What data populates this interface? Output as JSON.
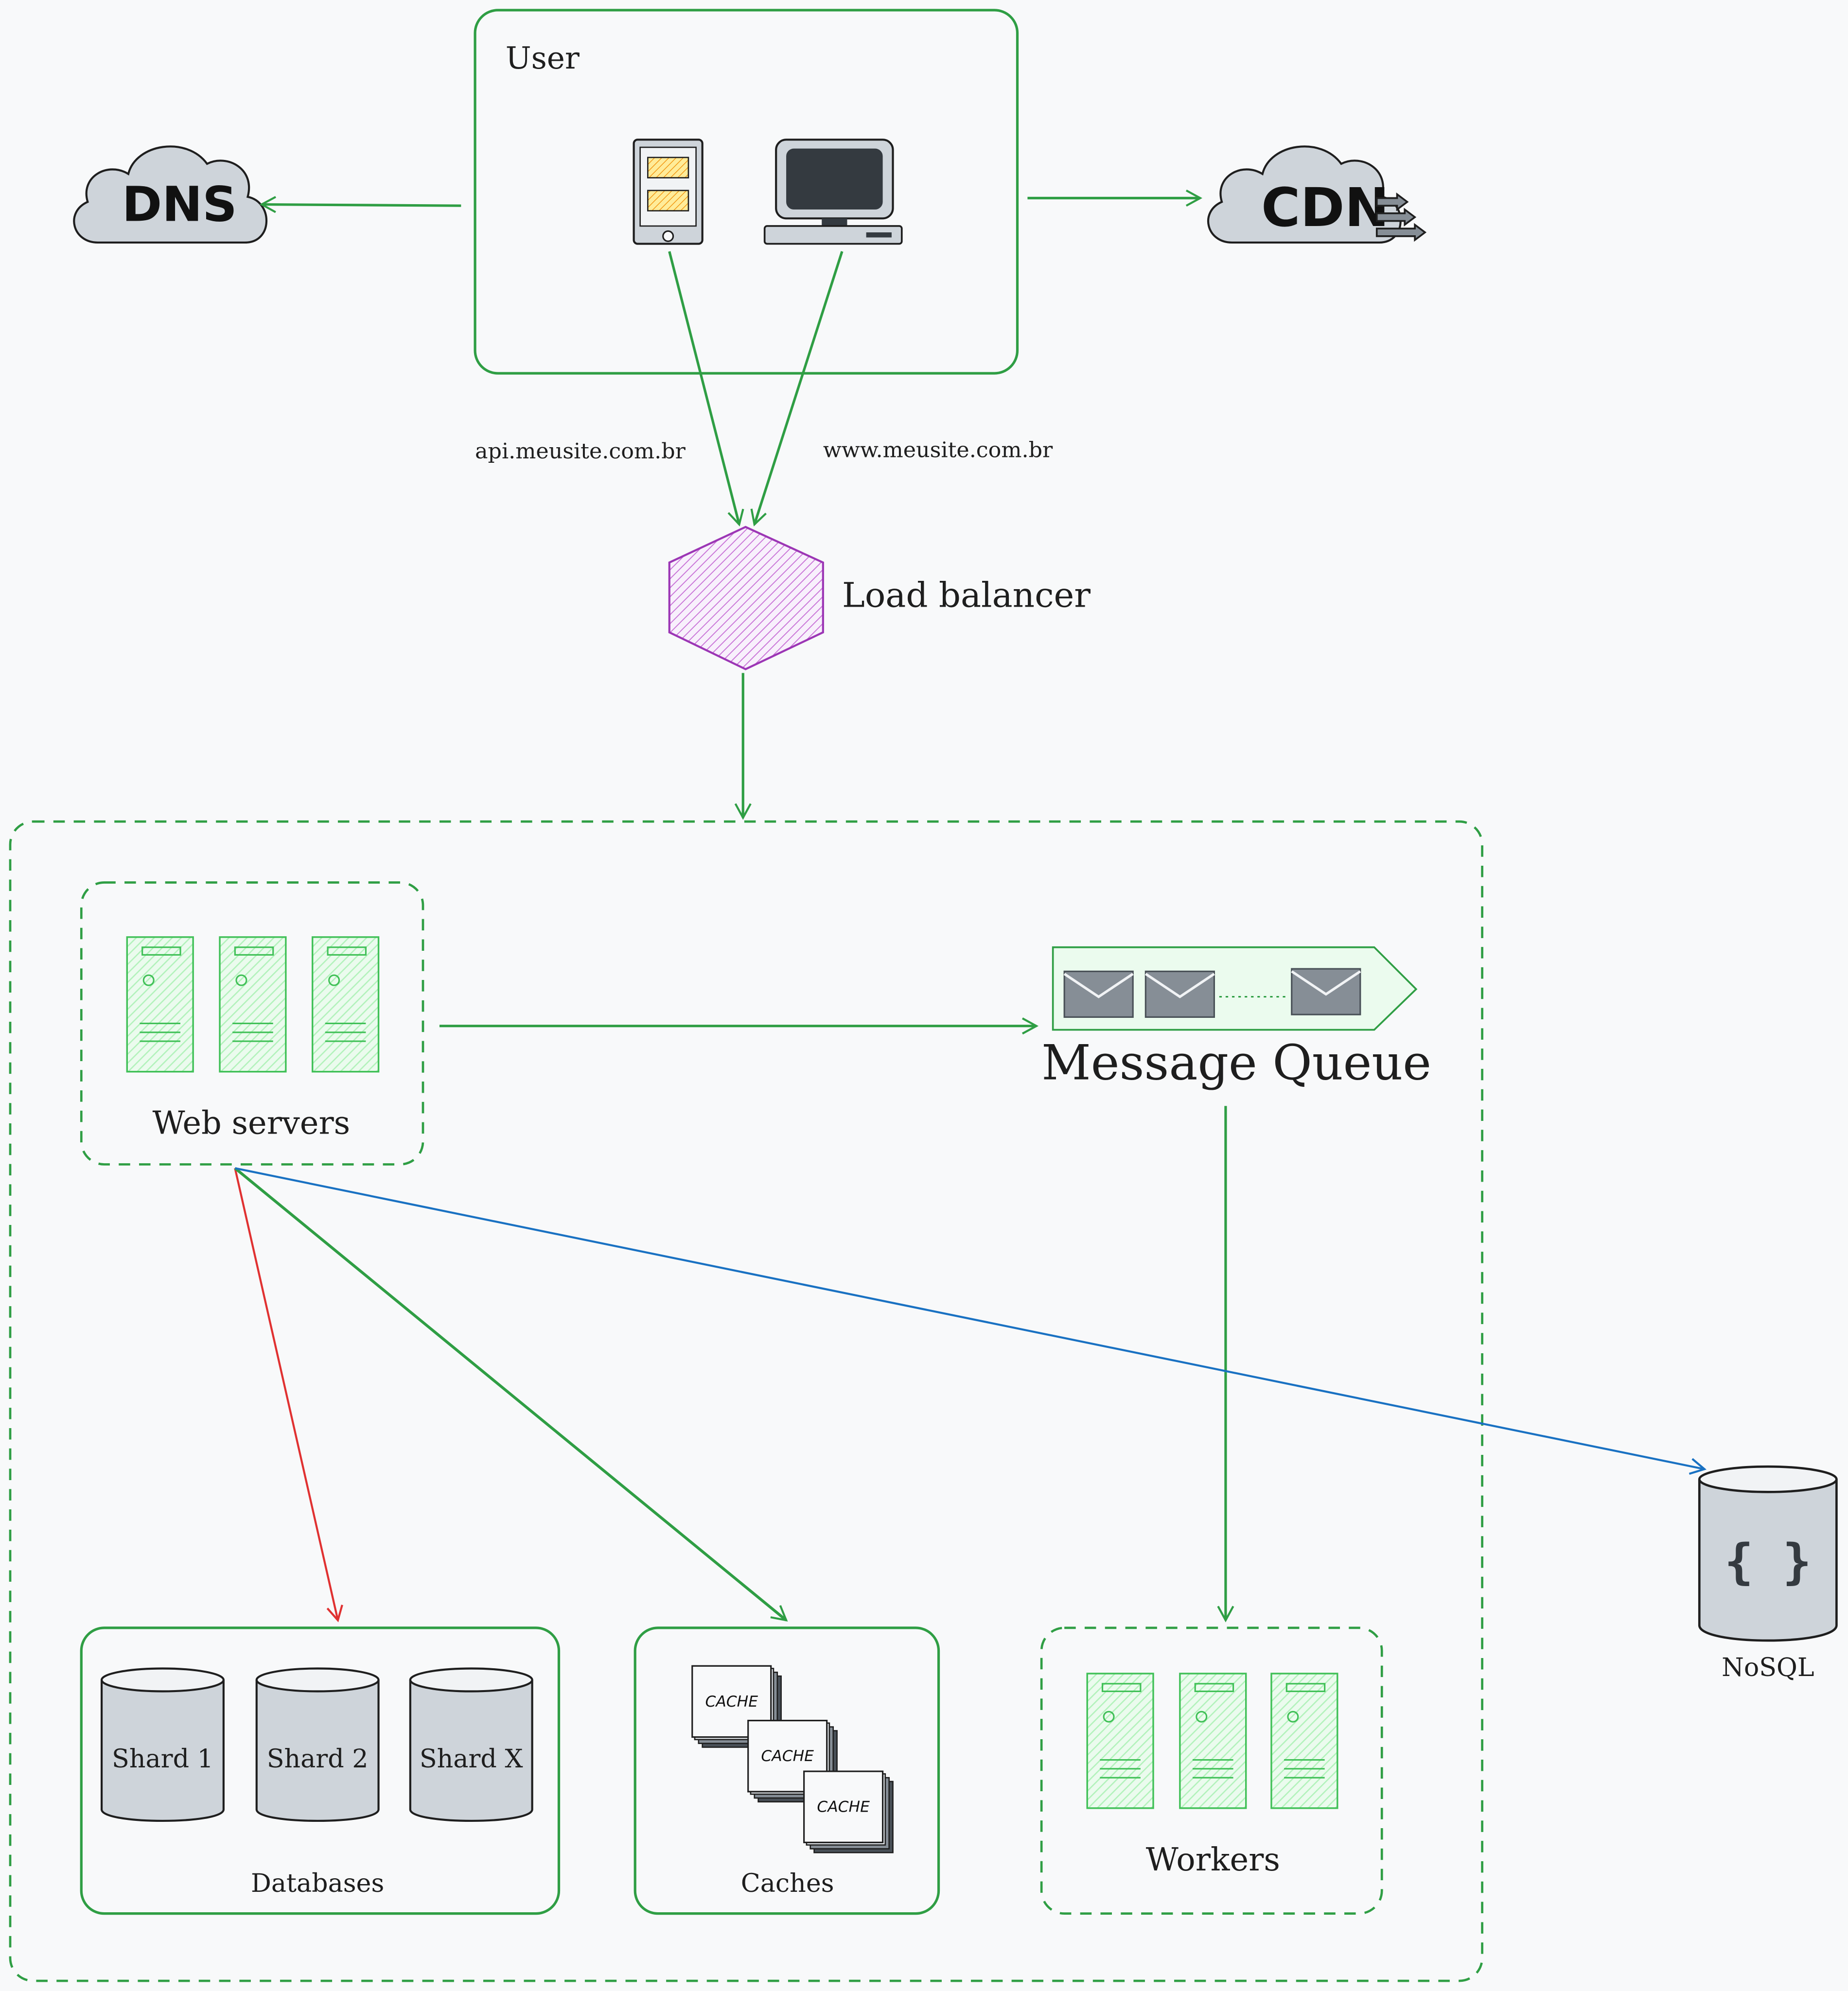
{
  "user": {
    "title": "User"
  },
  "dns": {
    "label": "DNS"
  },
  "cdn": {
    "label": "CDN"
  },
  "routes": {
    "api": "api.meusite.com.br",
    "www": "www.meusite.com.br"
  },
  "load_balancer": {
    "label": "Load balancer"
  },
  "web_servers": {
    "label": "Web servers"
  },
  "message_queue": {
    "label": "Message Queue"
  },
  "workers": {
    "label": "Workers"
  },
  "databases": {
    "label": "Databases",
    "shards": [
      "Shard 1",
      "Shard 2",
      "Shard X"
    ]
  },
  "caches": {
    "label": "Caches",
    "card": "CACHE"
  },
  "nosql": {
    "label": "NoSQL",
    "glyph": "{ }"
  },
  "colors": {
    "green": "#2f9e44",
    "red": "#e03131",
    "blue": "#1971c2",
    "purple": "#9c36b5",
    "server_fill": "#b2f2bb",
    "gray_fill": "#ced4da"
  }
}
